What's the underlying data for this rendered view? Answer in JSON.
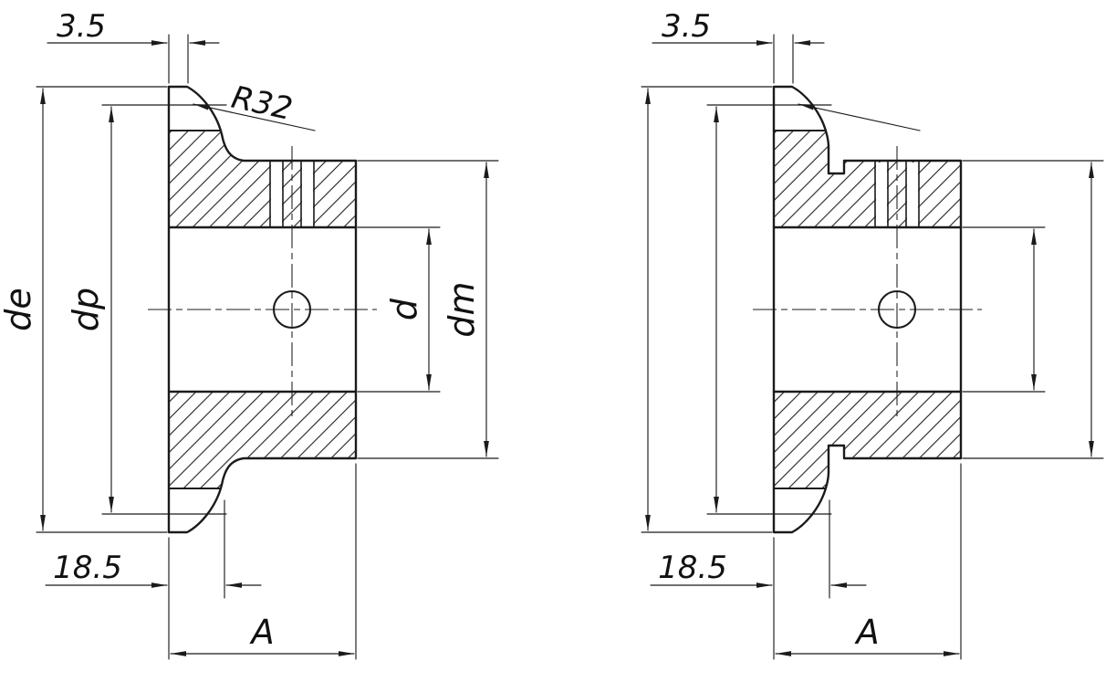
{
  "drawing": {
    "title": "sprocket-cross-section-technical-drawing",
    "colors": {
      "line": "#1b1b1b",
      "background": "#ffffff"
    },
    "labels": {
      "tooth_top_width": "3.5",
      "tooth_radius": "R32",
      "outer_diameter": "de",
      "pitch_diameter": "dp",
      "bore_diameter": "d",
      "hub_diameter": "dm",
      "hub_offset": "18.5",
      "overall_width": "A"
    }
  },
  "figures": [
    {
      "id": "left-sprocket-section"
    },
    {
      "id": "right-sprocket-section"
    }
  ]
}
